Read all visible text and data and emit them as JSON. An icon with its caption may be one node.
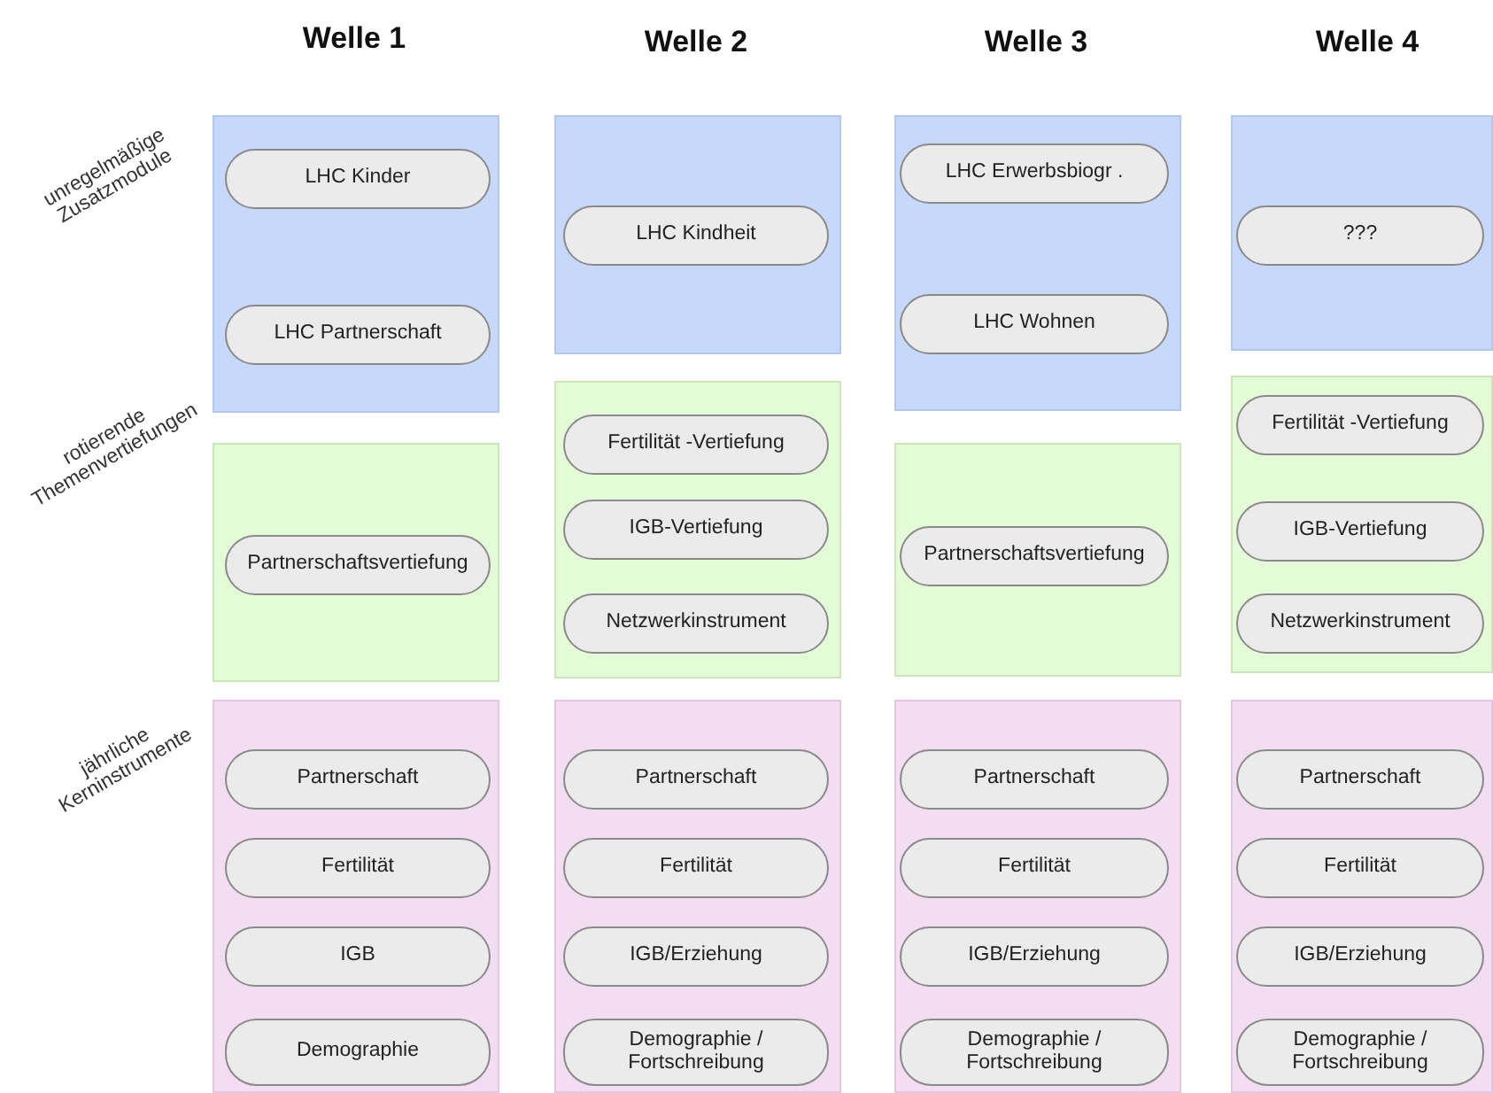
{
  "diagram": {
    "nodes": [
      {
        "text": [],
        "shape": "box"
      },
      {
        "text": [
          "LHC Kinder"
        ],
        "in": 0
      },
      {
        "text": [
          "LHC Partnerschaft"
        ],
        "in": 0
      },
      {
        "text": [],
        "shape": "box"
      },
      {
        "text": [
          "LHC Kindheit"
        ],
        "in": 3
      },
      {
        "text": [],
        "shape": "box"
      },
      {
        "text": [
          "LHC Erwerbsbiogr ."
        ],
        "in": 5
      },
      {
        "text": [
          "LHC Wohnen"
        ],
        "in": 5
      },
      {
        "text": [],
        "shape": "box"
      },
      {
        "text": [
          "???"
        ],
        "in": 8
      },
      {
        "text": [],
        "shape": "box"
      },
      {
        "text": [
          "Partnerschaftsvertiefung"
        ],
        "in": 10
      },
      {
        "text": [],
        "shape": "box"
      },
      {
        "text": [
          "Fertilität -Vertiefung"
        ],
        "in": 12
      },
      {
        "text": [
          "IGB-Vertiefung"
        ],
        "in": 12
      },
      {
        "text": [
          "Netzwerkinstrument"
        ],
        "in": 12
      },
      {
        "text": [],
        "shape": "box"
      },
      {
        "text": [
          "Partnerschaftsvertiefung"
        ],
        "in": 16
      },
      {
        "text": [],
        "shape": "box"
      },
      {
        "text": [
          "Fertilität -Vertiefung"
        ],
        "in": 18
      },
      {
        "text": [
          "IGB-Vertiefung"
        ],
        "in": 18
      },
      {
        "text": [
          "Netzwerkinstrument"
        ],
        "in": 18
      },
      {
        "text": [],
        "shape": "box"
      },
      {
        "text": [
          "Partnerschaft"
        ],
        "in": 22
      },
      {
        "text": [
          "Fertilität"
        ],
        "in": 22
      },
      {
        "text": [
          "IGB"
        ],
        "in": 22
      },
      {
        "text": [
          "Demographie"
        ],
        "in": 22
      },
      {
        "text": [],
        "shape": "box"
      },
      {
        "text": [
          "Partnerschaft"
        ],
        "in": 27
      },
      {
        "text": [
          "Fertilität"
        ],
        "in": 27
      },
      {
        "text": [
          "IGB/Erziehung"
        ],
        "in": 27
      },
      {
        "text": [
          "Demographie / Fortschreibung"
        ],
        "in": 27
      },
      {
        "text": [],
        "shape": "box"
      },
      {
        "text": [
          "Partnerschaft"
        ],
        "in": 32
      },
      {
        "text": [
          "Fertilität"
        ],
        "in": 32
      },
      {
        "text": [
          "IGB/Erziehung"
        ],
        "in": 32
      },
      {
        "text": [
          "Demographie / Fortschreibung"
        ],
        "in": 32
      },
      {
        "text": [],
        "shape": "box"
      },
      {
        "text": [
          "Partnerschaft"
        ],
        "in": 37
      },
      {
        "text": [
          "Fertilität"
        ],
        "in": 37
      },
      {
        "text": [
          "IGB/Erziehung"
        ],
        "in": 37
      },
      {
        "text": [
          "Demographie / Fortschreibung"
        ],
        "in": 37
      }
    ],
    "labels": [
      "Welle 1",
      "Welle 2",
      "Welle 3",
      "Welle 4",
      "unregelmäßige Zusatzmodule",
      "rotierende Themenvertiefungen",
      "jährliche Kerninstrumente"
    ]
  }
}
